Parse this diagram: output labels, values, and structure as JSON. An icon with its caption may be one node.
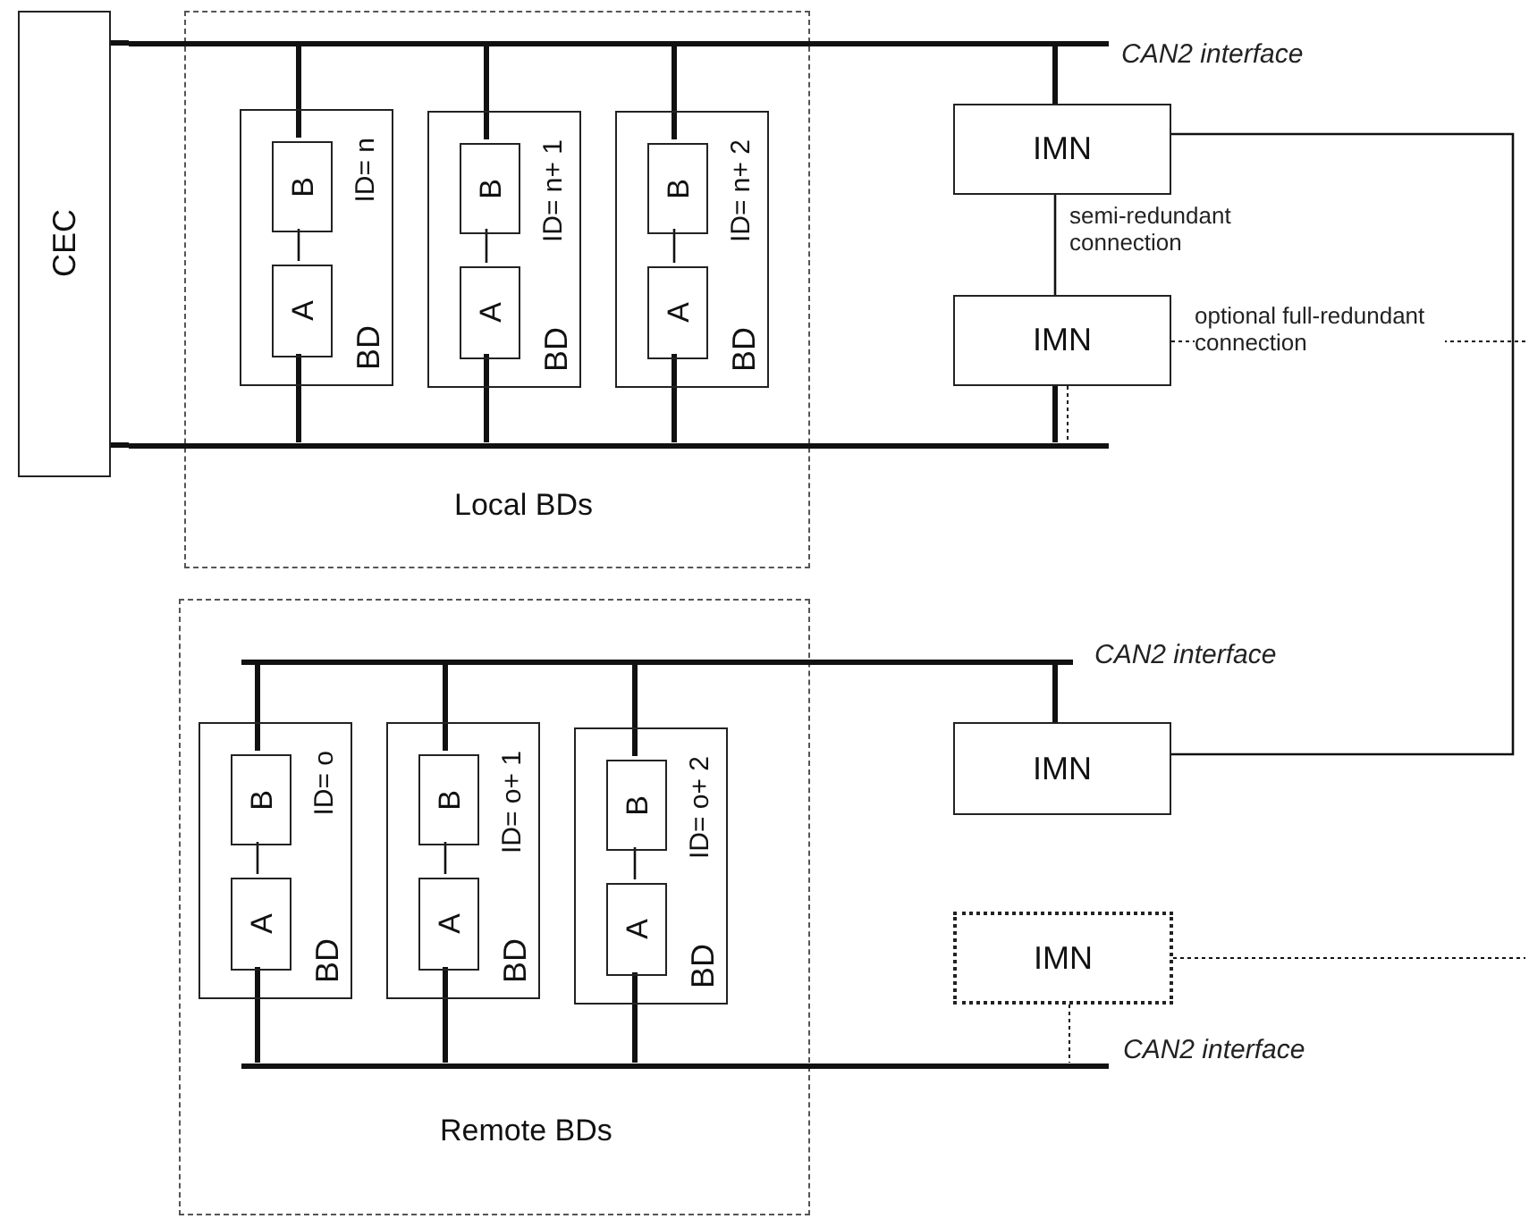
{
  "diagram": {
    "nodes": [
      {
        "text": [
          "CEC"
        ]
      },
      {
        "text": [
          "Local BDs"
        ]
      },
      {
        "text": [],
        "shape": "bar",
        "beside": [
          "CAN2 interface"
        ]
      },
      {
        "text": [],
        "shape": "bar"
      },
      {
        "text": [
          "ID= n",
          "BD"
        ],
        "in": 1
      },
      {
        "text": [
          "B"
        ],
        "in": 4
      },
      {
        "text": [
          "A"
        ],
        "in": 4
      },
      {
        "text": [
          "ID= n+ 1",
          "BD"
        ],
        "in": 1
      },
      {
        "text": [
          "B"
        ],
        "in": 7
      },
      {
        "text": [
          "A"
        ],
        "in": 7
      },
      {
        "text": [
          "ID= n+ 2",
          "BD"
        ],
        "in": 1
      },
      {
        "text": [
          "B"
        ],
        "in": 10
      },
      {
        "text": [
          "A"
        ],
        "in": 10
      },
      {
        "text": [
          "IMN"
        ]
      },
      {
        "text": [
          "IMN"
        ]
      },
      {
        "text": [
          "Remote BDs"
        ]
      },
      {
        "text": [],
        "shape": "bar",
        "beside": [
          "CAN2 interface"
        ]
      },
      {
        "text": [],
        "shape": "bar",
        "beside": [
          "CAN2 interface"
        ]
      },
      {
        "text": [
          "ID= o",
          "BD"
        ],
        "in": 15
      },
      {
        "text": [
          "B"
        ],
        "in": 18
      },
      {
        "text": [
          "A"
        ],
        "in": 18
      },
      {
        "text": [
          "ID= o+ 1",
          "BD"
        ],
        "in": 15
      },
      {
        "text": [
          "B"
        ],
        "in": 21
      },
      {
        "text": [
          "A"
        ],
        "in": 21
      },
      {
        "text": [
          "ID= o+ 2",
          "BD"
        ],
        "in": 15
      },
      {
        "text": [
          "B"
        ],
        "in": 24
      },
      {
        "text": [
          "A"
        ],
        "in": 24
      },
      {
        "text": [
          "IMN"
        ]
      },
      {
        "text": [
          "IMN"
        ]
      }
    ],
    "edges": [
      {
        "from": 0,
        "to": 2,
        "arrow": "none"
      },
      {
        "from": 0,
        "to": 3,
        "arrow": "none"
      },
      {
        "from": 2,
        "to": 5,
        "arrow": "none"
      },
      {
        "from": 5,
        "to": 6,
        "arrow": "none"
      },
      {
        "from": 6,
        "to": 3,
        "arrow": "none"
      },
      {
        "from": 2,
        "to": 8,
        "arrow": "none"
      },
      {
        "from": 8,
        "to": 9,
        "arrow": "none"
      },
      {
        "from": 9,
        "to": 3,
        "arrow": "none"
      },
      {
        "from": 2,
        "to": 11,
        "arrow": "none"
      },
      {
        "from": 11,
        "to": 12,
        "arrow": "none"
      },
      {
        "from": 12,
        "to": 3,
        "arrow": "none"
      },
      {
        "from": 2,
        "to": 13,
        "arrow": "none"
      },
      {
        "from": 13,
        "to": 14,
        "arrow": "none",
        "label": "semi-redundant connection"
      },
      {
        "from": 14,
        "to": 3,
        "arrow": "none"
      },
      {
        "from": 14,
        "to": 3,
        "arrow": "none",
        "style": "dashed"
      },
      {
        "from": 14,
        "to": null,
        "arrow": "none",
        "style": "dashed",
        "label": "optional full-redundant connection"
      },
      {
        "from": 13,
        "to": 27,
        "arrow": "none"
      },
      {
        "from": 16,
        "to": 19,
        "arrow": "none"
      },
      {
        "from": 19,
        "to": 20,
        "arrow": "none"
      },
      {
        "from": 20,
        "to": 17,
        "arrow": "none"
      },
      {
        "from": 16,
        "to": 22,
        "arrow": "none"
      },
      {
        "from": 22,
        "to": 23,
        "arrow": "none"
      },
      {
        "from": 23,
        "to": 17,
        "arrow": "none"
      },
      {
        "from": 16,
        "to": 25,
        "arrow": "none"
      },
      {
        "from": 25,
        "to": 26,
        "arrow": "none"
      },
      {
        "from": 26,
        "to": 17,
        "arrow": "none"
      },
      {
        "from": 16,
        "to": 27,
        "arrow": "none"
      },
      {
        "from": 28,
        "to": null,
        "arrow": "none",
        "style": "dashed"
      },
      {
        "from": 28,
        "to": 17,
        "arrow": "none",
        "style": "dashed"
      }
    ]
  }
}
